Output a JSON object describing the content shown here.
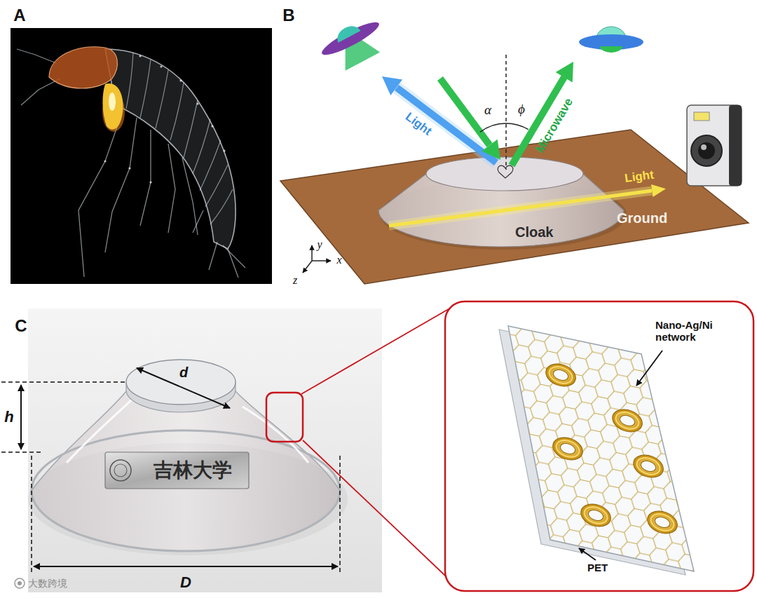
{
  "diagram": {
    "nodes": [
      {
        "text": [
          "Ground"
        ]
      },
      {
        "text": [
          "Cloak"
        ],
        "in": 0
      },
      {
        "text": [
          "吉林大学"
        ]
      }
    ],
    "labels": [
      "A",
      "B",
      "C",
      "α",
      "ϕ",
      "Light",
      "Microwave",
      "Light",
      "y",
      "x",
      "z",
      "d",
      "h",
      "D",
      "Nano-Ag/Ni network",
      "PET",
      "大数跨境"
    ]
  }
}
